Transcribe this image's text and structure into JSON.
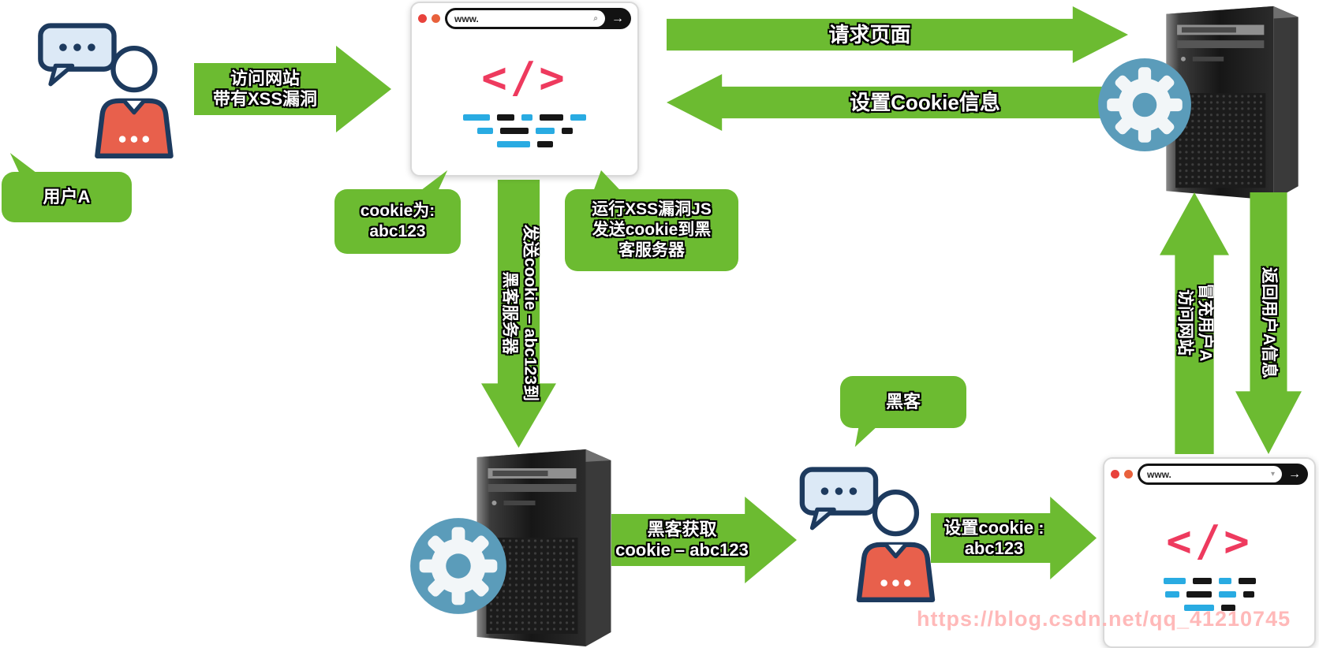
{
  "colors": {
    "green": "#6cbb31",
    "gear_blue": "#5b9cba",
    "code_pink": "#ee3a5e",
    "dash_blue": "#29abe2"
  },
  "user_a": {
    "label": "用户A"
  },
  "hacker_person": {
    "label": "黑客"
  },
  "browser_top": {
    "address": "www.",
    "code_glyph": "</>"
  },
  "browser_bottom": {
    "address": "www.",
    "code_glyph": "</>"
  },
  "arrows": {
    "visit": {
      "line1": "访问网站",
      "line2": "带有XSS漏洞"
    },
    "request_page": {
      "label": "请求页面"
    },
    "set_cookie_info": {
      "label": "设置Cookie信息"
    },
    "send_cookie": {
      "line1": "发送cookie – abc123到",
      "line2": "黑客服务器"
    },
    "hacker_get": {
      "line1": "黑客获取",
      "line2": "cookie – abc123"
    },
    "set_cookie": {
      "line1": "设置cookie :",
      "line2": "abc123"
    },
    "impersonate": {
      "line1": "冒充用户A",
      "line2": "访问网站"
    },
    "return_info": {
      "label": "返回用户A信息"
    }
  },
  "bubbles": {
    "cookie": {
      "line1": "cookie为:",
      "line2": "abc123"
    },
    "run_xss": {
      "line1": "运行XSS漏洞JS",
      "line2": "发送cookie到黑",
      "line3": "客服务器"
    }
  },
  "watermark": "https://blog.csdn.net/qq_41210745"
}
